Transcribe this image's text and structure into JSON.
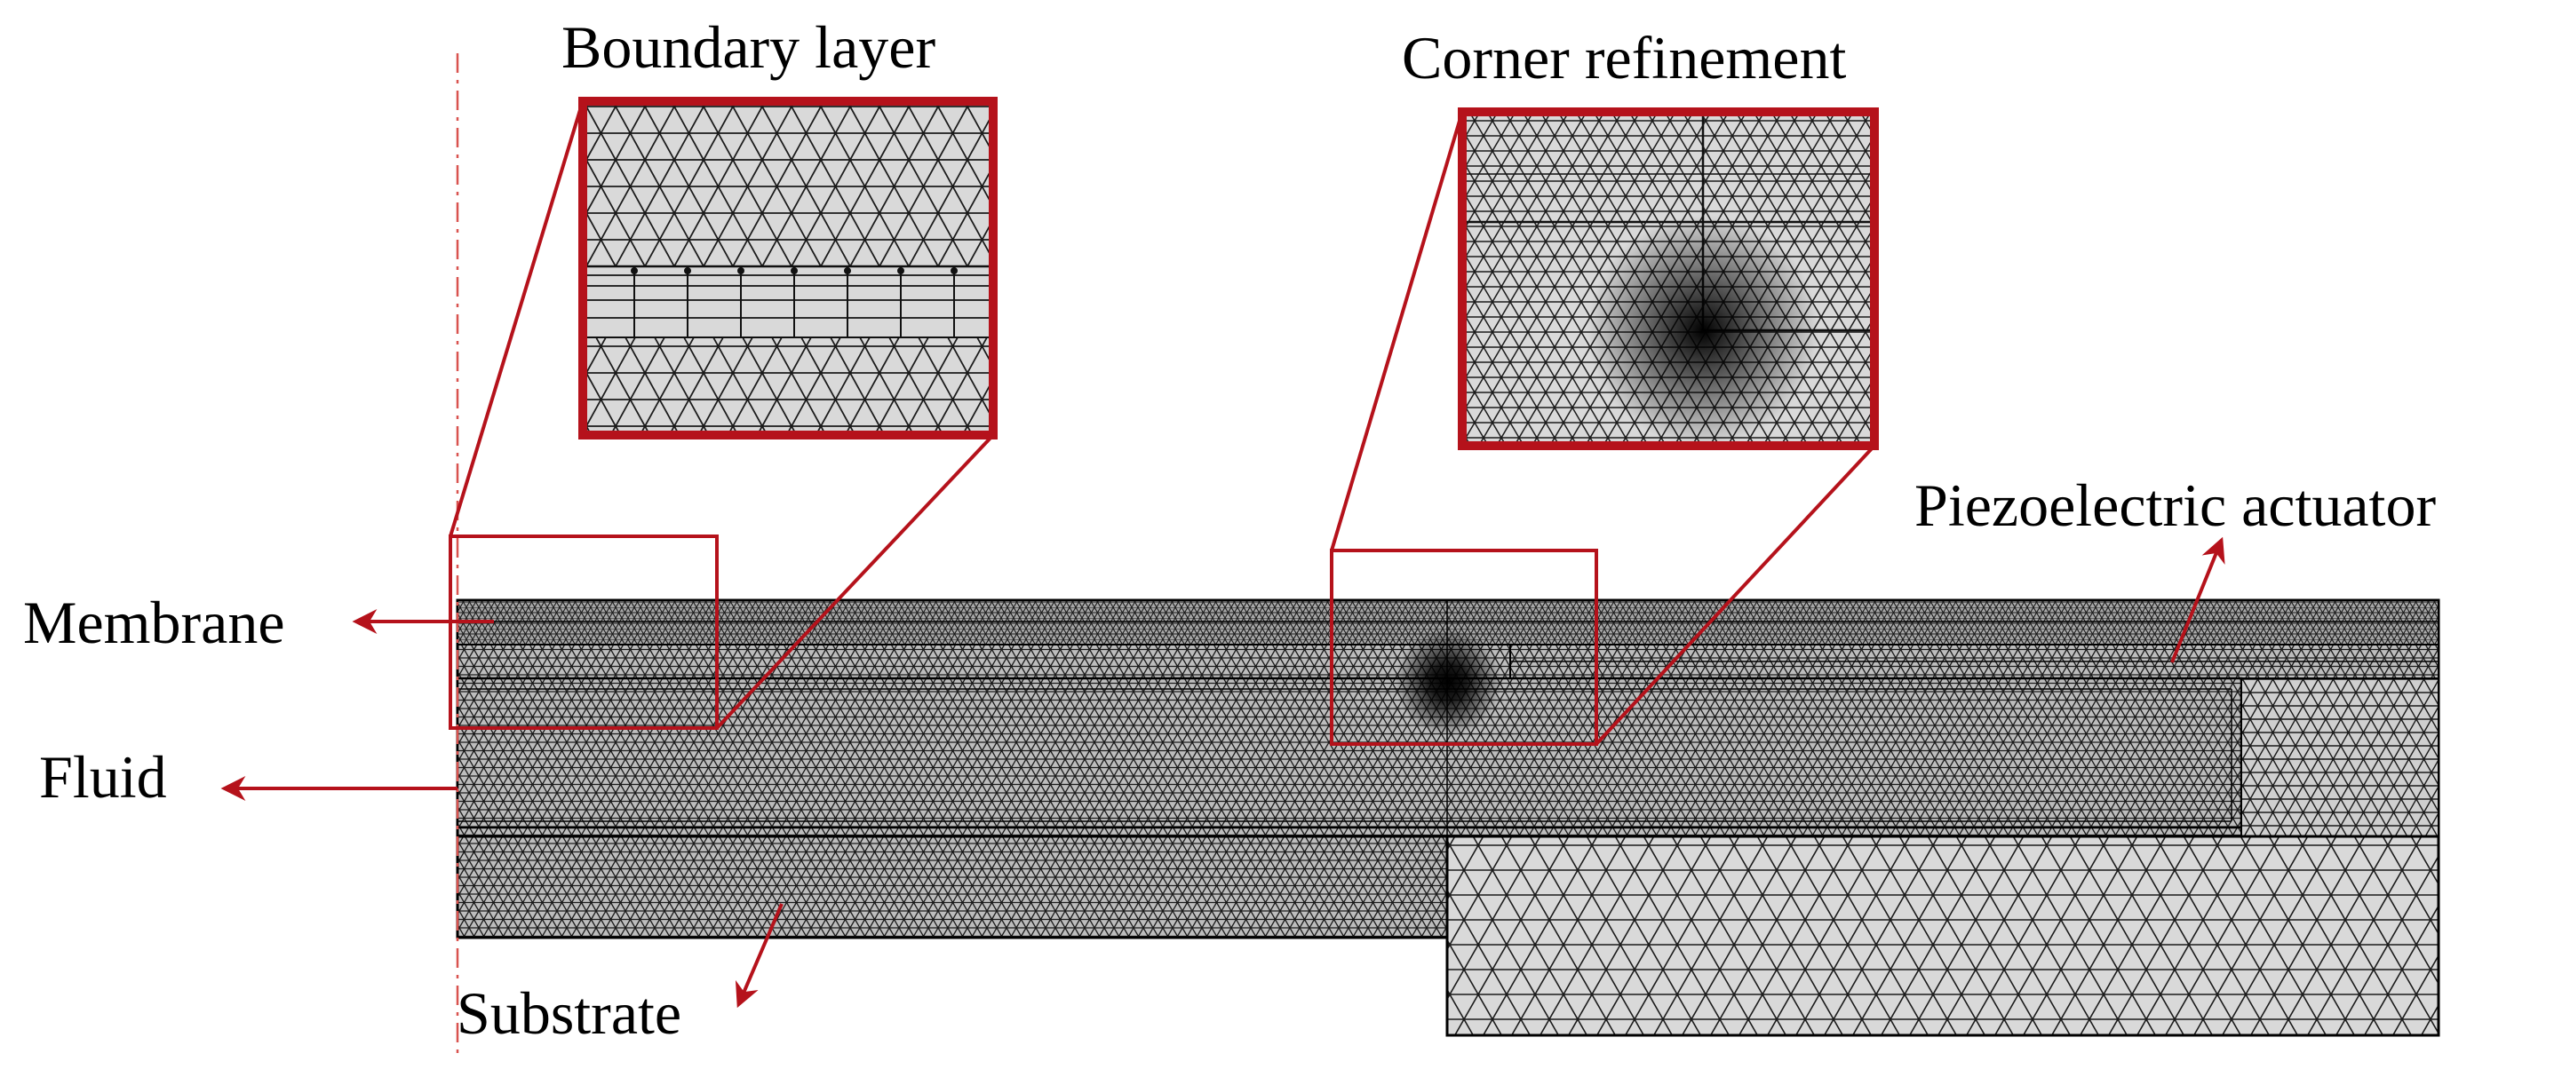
{
  "labels": {
    "boundary_layer": "Boundary layer",
    "corner_refinement": "Corner refinement",
    "piezoelectric_actuator": "Piezoelectric actuator",
    "membrane": "Membrane",
    "fluid": "Fluid",
    "substrate": "Substrate"
  },
  "colors": {
    "accent": "#b5121b",
    "mesh_fill": "#d9d9d9",
    "mesh_line": "#111111",
    "label_text": "#000000"
  }
}
